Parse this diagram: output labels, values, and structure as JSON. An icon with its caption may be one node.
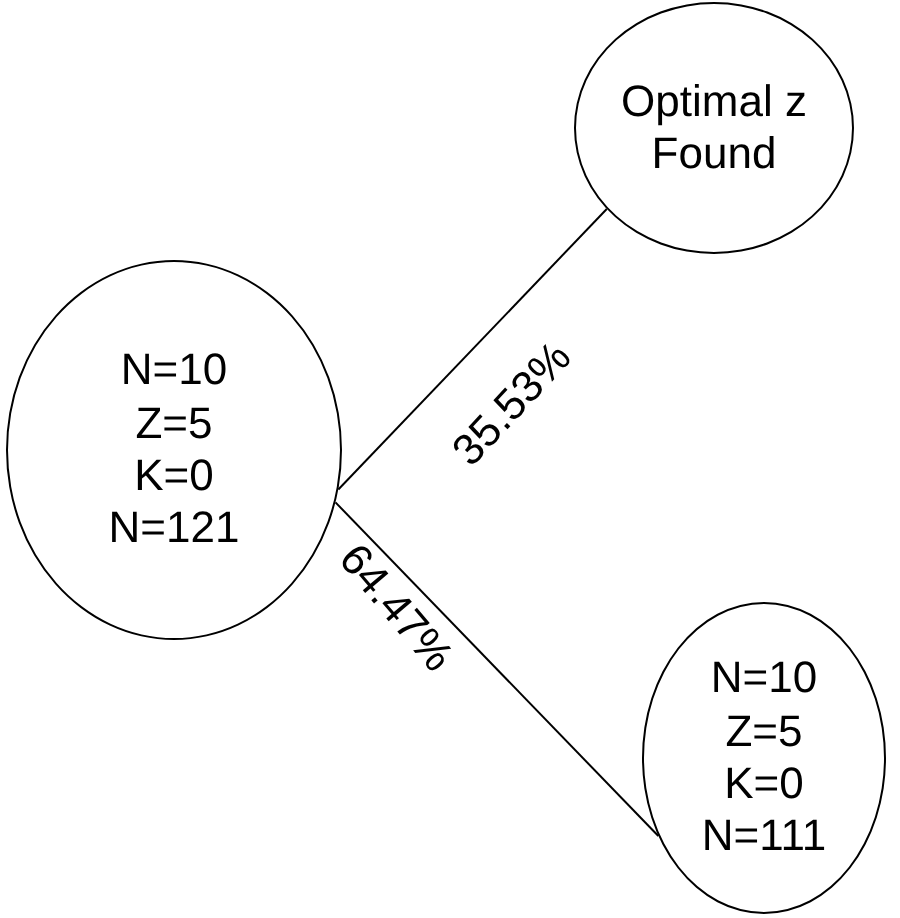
{
  "diagram": {
    "nodes": [
      {
        "text": [
          "N=10 Z=5 K=0 N=121"
        ]
      },
      {
        "text": [
          "Optimal z Found"
        ]
      },
      {
        "text": [
          "N=10 Z=5 K=0 N=111"
        ]
      }
    ],
    "edges": [
      {
        "from": 0,
        "to": 1,
        "arrow": "none",
        "label": "35.53%"
      },
      {
        "from": 0,
        "to": 2,
        "arrow": "none",
        "label": "64.47%"
      }
    ]
  }
}
